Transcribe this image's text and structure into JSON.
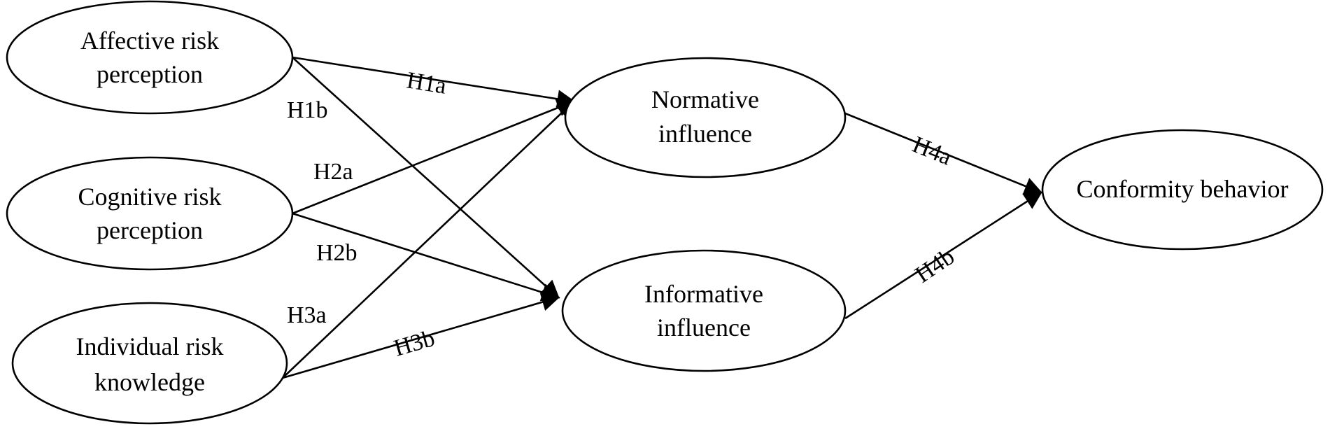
{
  "nodes": {
    "affective_risk_perception": {
      "line1": "Affective risk",
      "line2": "perception"
    },
    "cognitive_risk_perception": {
      "line1": "Cognitive risk",
      "line2": "perception"
    },
    "individual_risk_knowledge": {
      "line1": "Individual risk",
      "line2": "knowledge"
    },
    "normative_influence": {
      "line1": "Normative",
      "line2": "influence"
    },
    "informative_influence": {
      "line1": "Informative",
      "line2": "influence"
    },
    "conformity_behavior": {
      "line1": "Conformity behavior"
    }
  },
  "edges": {
    "h1a": {
      "label": "H1a",
      "from": "Affective risk perception",
      "to": "Normative influence"
    },
    "h1b": {
      "label": "H1b",
      "from": "Affective risk perception",
      "to": "Informative influence"
    },
    "h2a": {
      "label": "H2a",
      "from": "Cognitive risk perception",
      "to": "Normative influence"
    },
    "h2b": {
      "label": "H2b",
      "from": "Cognitive risk perception",
      "to": "Informative influence"
    },
    "h3a": {
      "label": "H3a",
      "from": "Individual risk knowledge",
      "to": "Normative influence"
    },
    "h3b": {
      "label": "H3b",
      "from": "Individual risk knowledge",
      "to": "Informative influence"
    },
    "h4a": {
      "label": "H4a",
      "from": "Normative influence",
      "to": "Conformity behavior"
    },
    "h4b": {
      "label": "H4b",
      "from": "Informative influence",
      "to": "Conformity behavior"
    }
  }
}
